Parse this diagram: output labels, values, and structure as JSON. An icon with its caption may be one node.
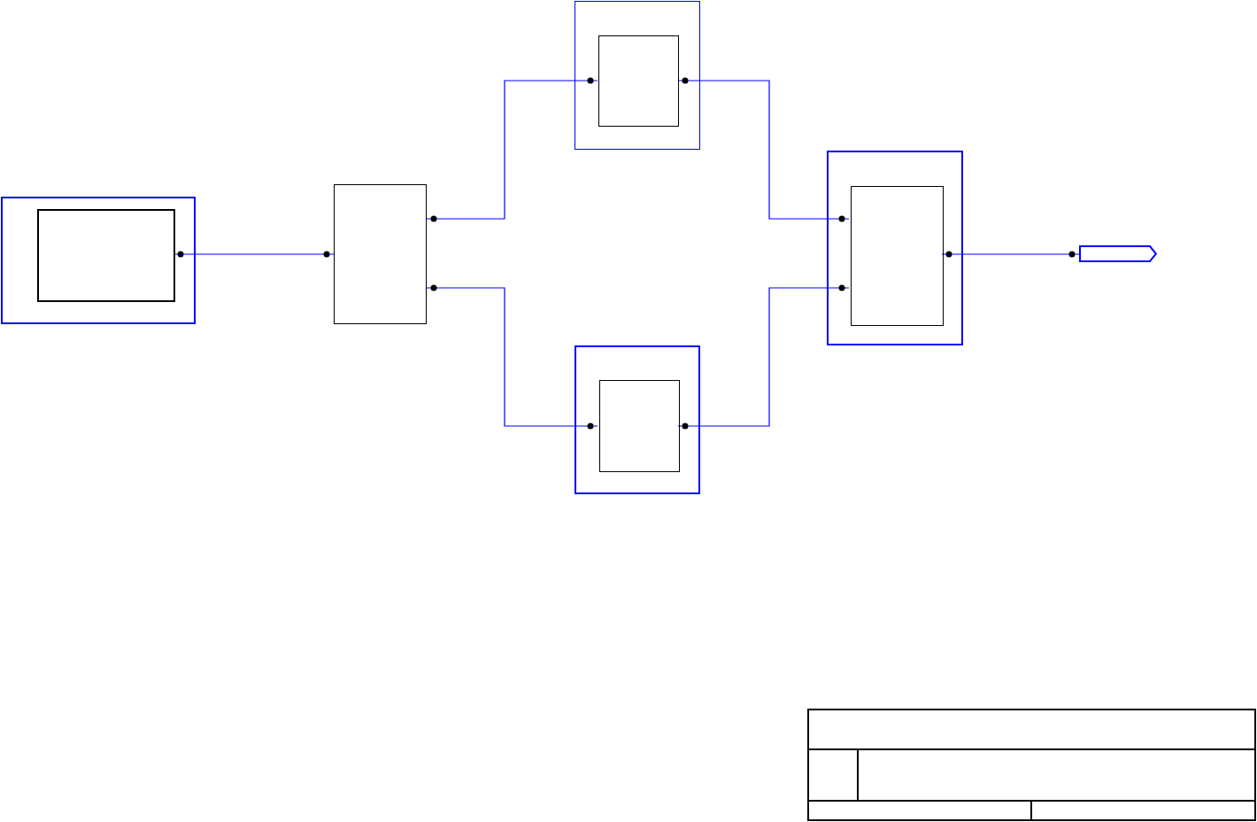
{
  "diagram": {
    "nodes": [
      {
        "text": [],
        "shape": "box"
      },
      {
        "text": [],
        "shape": "box",
        "in": 0
      },
      {
        "text": [],
        "shape": "box"
      },
      {
        "text": [],
        "shape": "box"
      },
      {
        "text": [],
        "shape": "box",
        "in": 3
      },
      {
        "text": [],
        "shape": "box"
      },
      {
        "text": [],
        "shape": "box",
        "in": 5
      },
      {
        "text": [],
        "shape": "box"
      },
      {
        "text": [],
        "shape": "box",
        "in": 7
      },
      {
        "text": [],
        "shape": "pentagon"
      }
    ],
    "edges": [
      {
        "from": 1,
        "to": 2,
        "arrow": "other"
      },
      {
        "from": 2,
        "to": 4,
        "arrow": "other"
      },
      {
        "from": 2,
        "to": 6,
        "arrow": "other"
      },
      {
        "from": 4,
        "to": 8,
        "arrow": "other"
      },
      {
        "from": 6,
        "to": 8,
        "arrow": "other"
      },
      {
        "from": 8,
        "to": 9,
        "arrow": "other"
      }
    ]
  }
}
